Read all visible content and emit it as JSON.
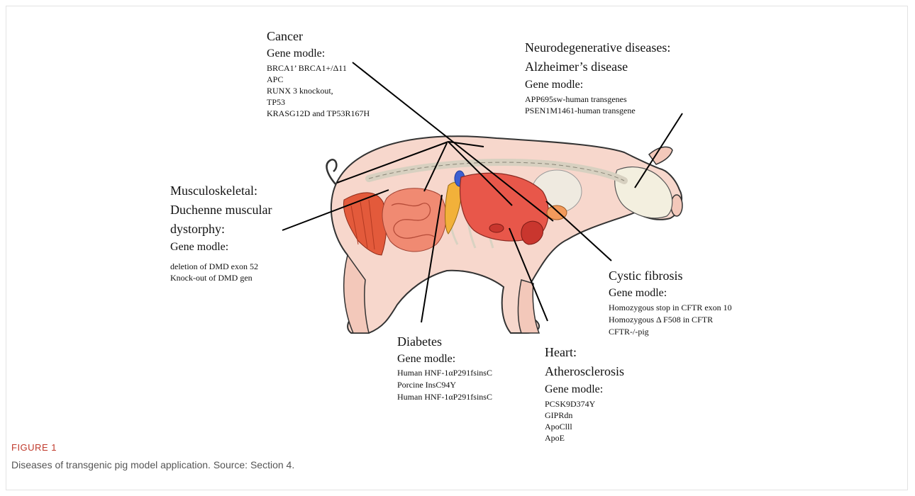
{
  "figure": {
    "label": "FIGURE 1",
    "caption": "Diseases of transgenic pig model application. Source: Section 4."
  },
  "annotations": {
    "cancer": {
      "title": "Cancer",
      "subtitle": "Gene modle:",
      "genes": [
        "BRCA1’ BRCA1+/Δ11",
        "APC",
        "RUNX  3 knockout,",
        "TP53",
        "KRASG12D and TP53R167H"
      ]
    },
    "neuro": {
      "title": "Neurodegenerative diseases:",
      "title2": "Alzheimer’s disease",
      "subtitle": "Gene modle:",
      "genes": [
        "APP695sw-human transgenes",
        "PSEN1M1461-human transgene"
      ]
    },
    "musculo": {
      "title": "Musculoskeletal:",
      "title2": "Duchenne muscular",
      "title3": "dystorphy:",
      "subtitle": "Gene modle:",
      "genes": [
        "deletion  of DMD exon 52",
        "Knock-out of DMD gen"
      ]
    },
    "cystic": {
      "title": "Cystic fibrosis",
      "subtitle": "Gene modle:",
      "genes": [
        "Homozygous stop in CFTR exon 10",
        "Homozygous Δ F508 in CFTR",
        "CFTR-/-pig"
      ]
    },
    "diabetes": {
      "title": "Diabetes",
      "subtitle": "Gene modle:",
      "genes": [
        "Human HNF-1αP291fsinsC",
        "Porcine InsC94Y",
        "Human HNF-1αP291fsinsC"
      ]
    },
    "heart": {
      "title": "Heart:",
      "title2": "Atherosclerosis",
      "subtitle": "Gene modle:",
      "genes": [
        "PCSK9D374Y",
        "GIPRdn",
        "ApoClll",
        "ApoE"
      ]
    }
  }
}
